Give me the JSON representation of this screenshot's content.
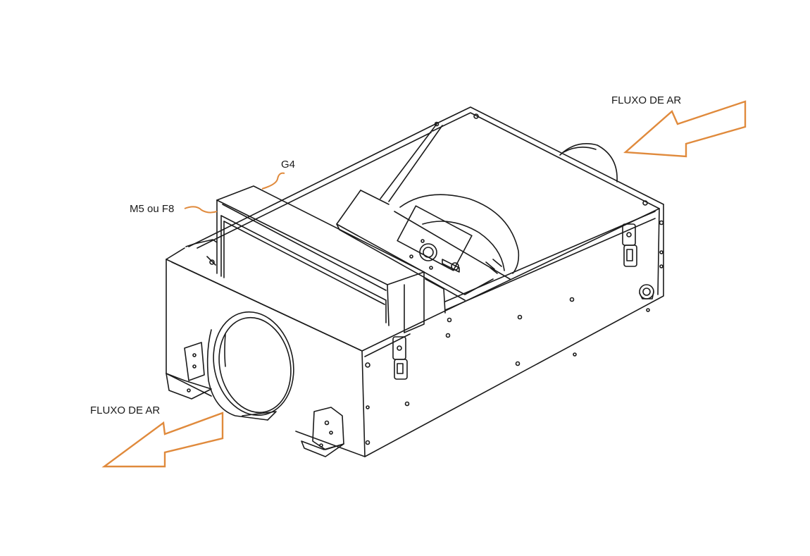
{
  "labels": {
    "airflow_in": "FLUXO DE AR",
    "airflow_out": "FLUXO DE AR",
    "filter_g4": "G4",
    "filter_m5_f8": "M5 ou F8"
  },
  "colors": {
    "arrow": "#e08a3c",
    "line": "#1a1a1a",
    "background": "#ffffff"
  }
}
